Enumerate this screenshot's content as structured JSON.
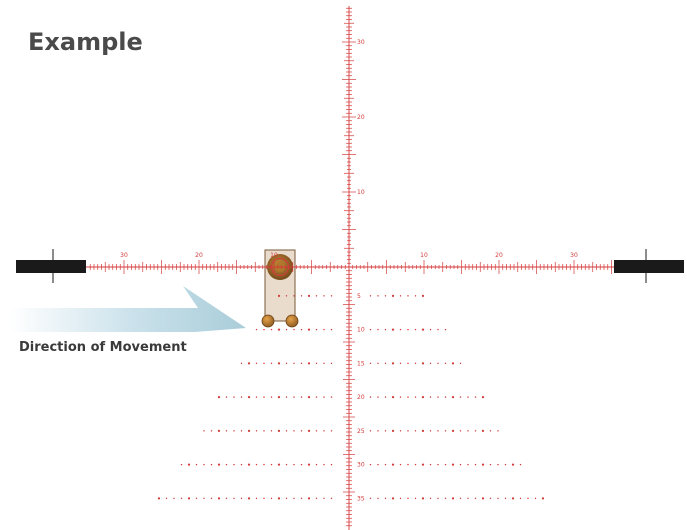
{
  "title": "Example",
  "direction_label": "Direction of Movement",
  "colors": {
    "reticle": "#d43a3a",
    "post": "#1a1a1a",
    "arrow": "#a9cdd9",
    "target_fill": "#e9dccd",
    "target_stroke": "#7a5a38",
    "bullseye": "#8a5a20"
  },
  "reticle": {
    "horizontal_labels_left": [
      "30",
      "20",
      "10"
    ],
    "horizontal_labels_right": [
      "10",
      "20",
      "30"
    ],
    "vertical_labels_up": [
      "10",
      "20",
      "30"
    ],
    "holdover_labels": [
      "5",
      "10",
      "15",
      "20",
      "25",
      "30",
      "35"
    ]
  }
}
